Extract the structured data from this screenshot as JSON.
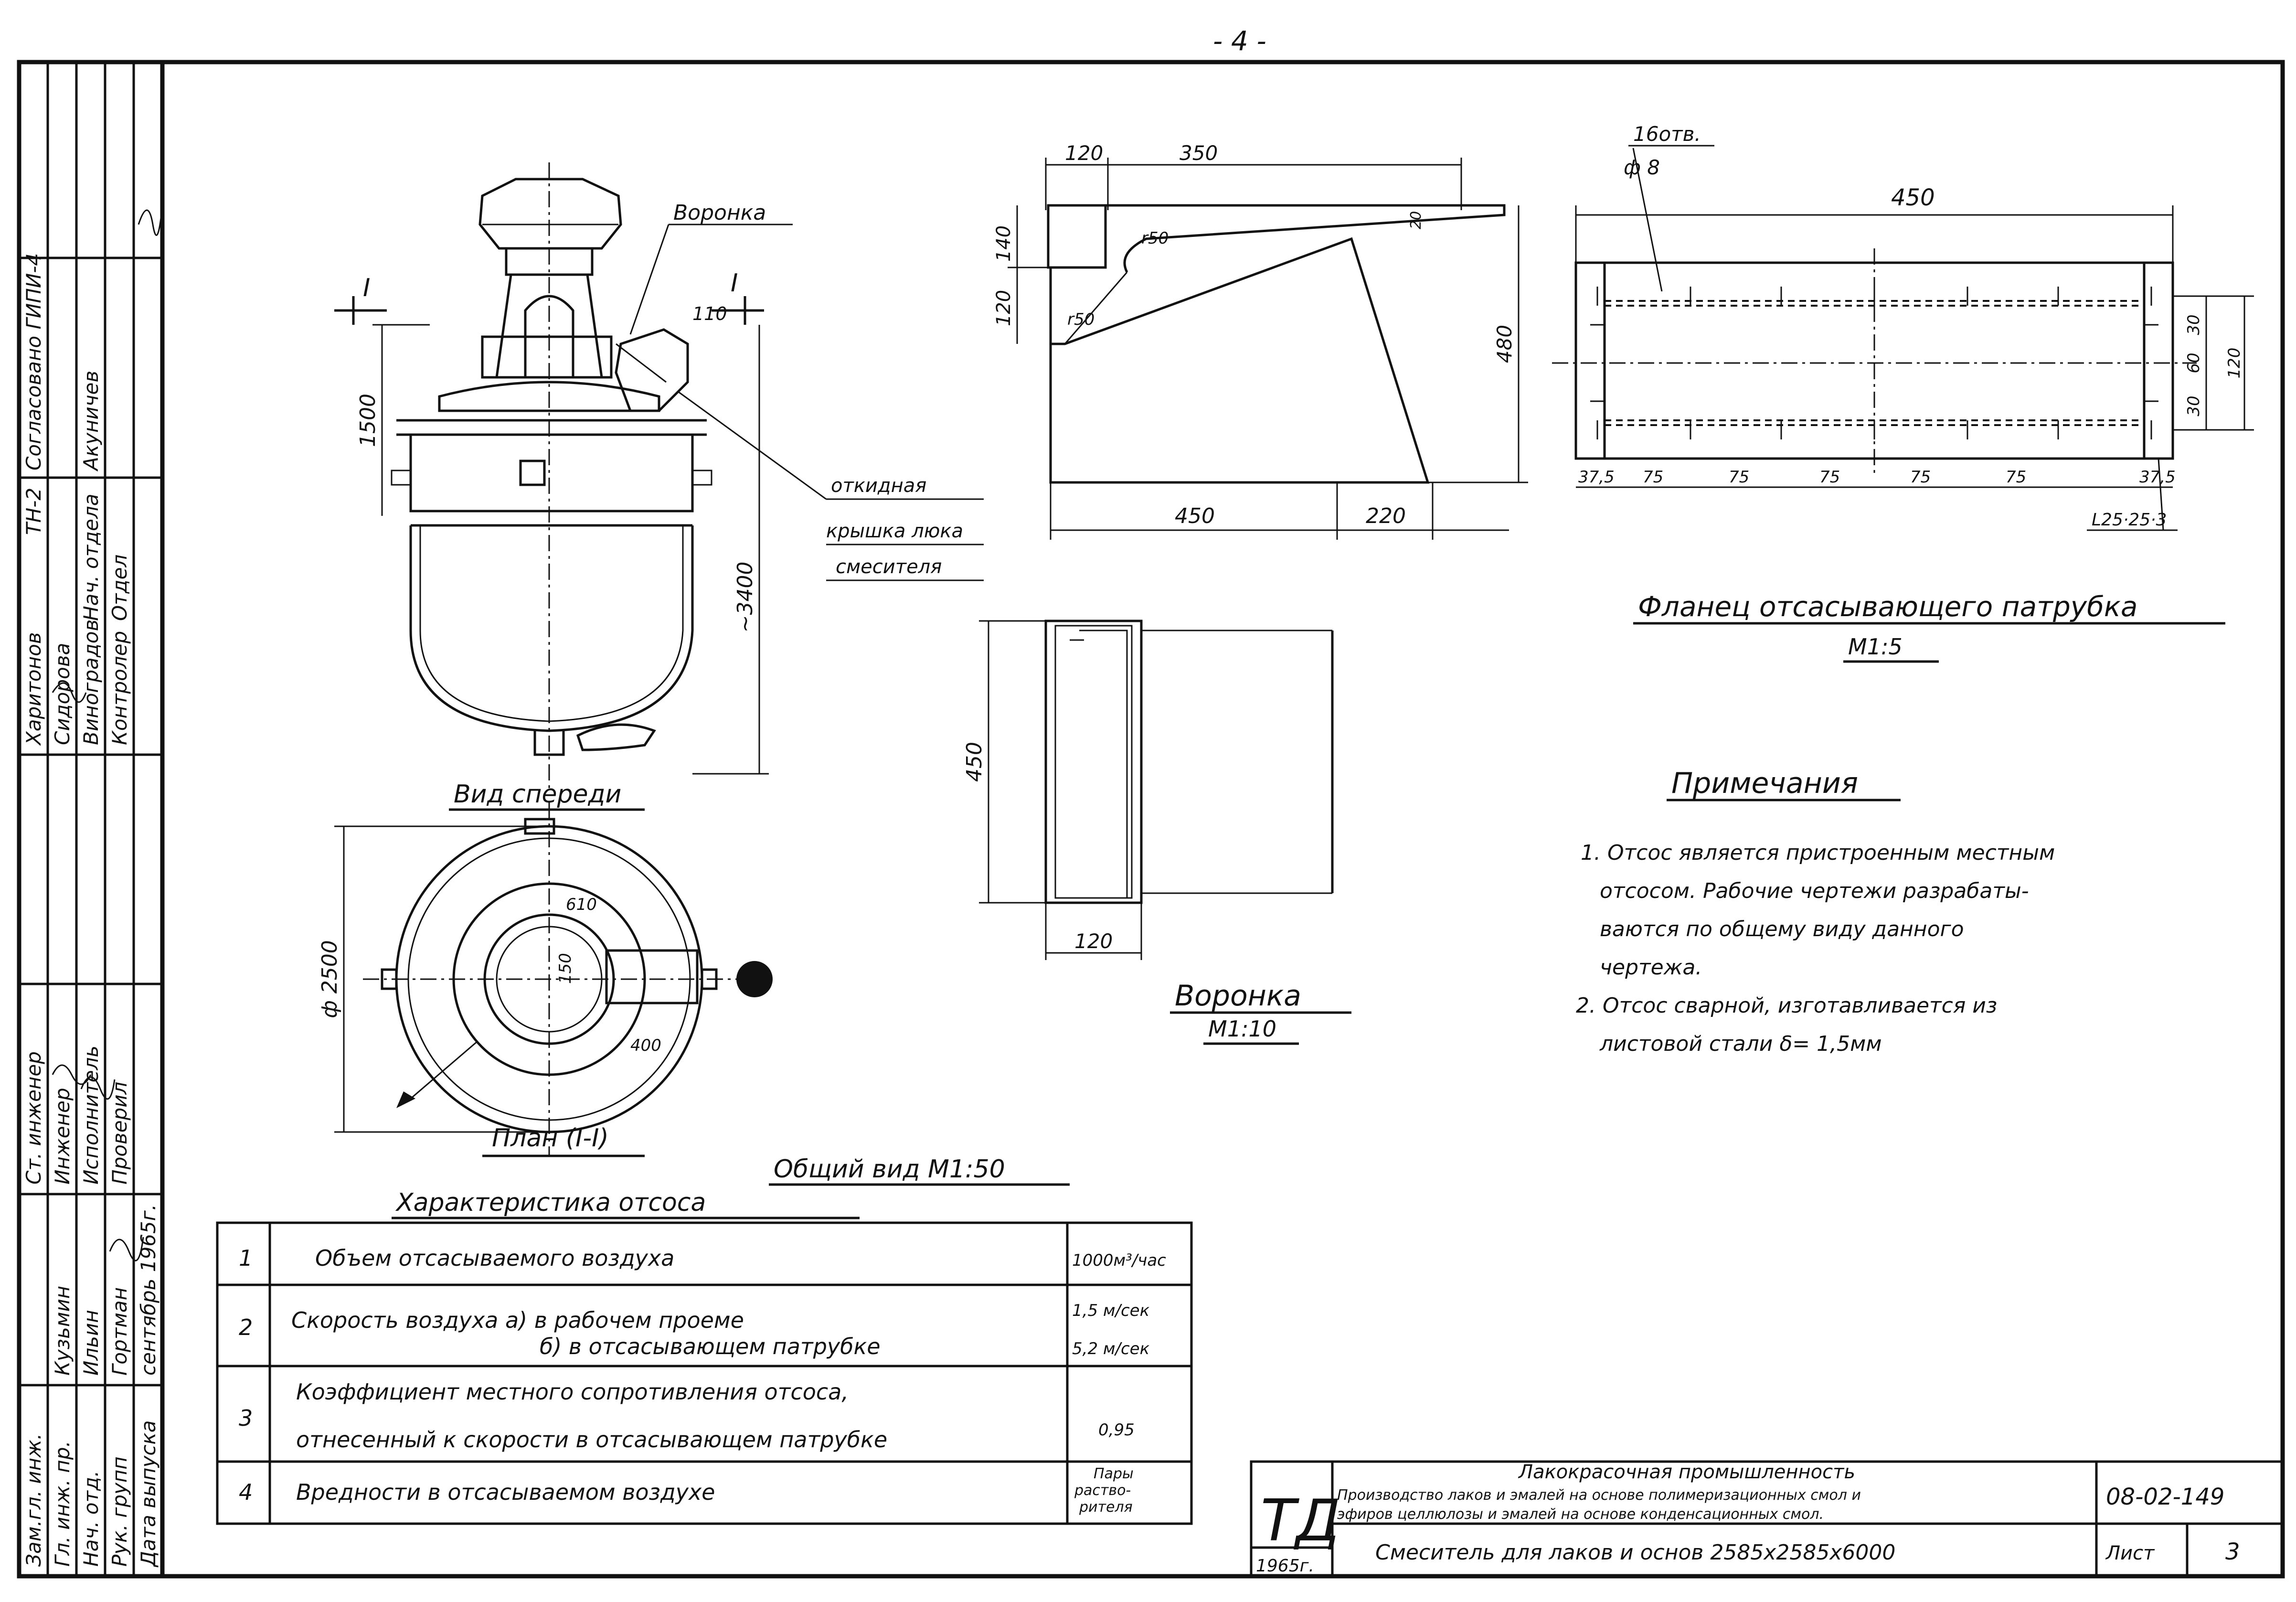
{
  "page_number": "- 4 -",
  "stamp": {
    "roles": [
      "Зам.гл. инж.",
      "Гл. инж. пр.",
      "Нач. отд.",
      "Рук. групп",
      "Дата выпуска"
    ],
    "names": [
      "Кузьмин",
      "Ильин",
      "Гортман",
      "сентябрь 1965г."
    ],
    "mid_roles": [
      "Ст. инженер",
      "Инженер",
      "Исполнитель",
      "Проверил"
    ],
    "mid_names": [
      "Харитонов",
      "Сидорова",
      "Виноградов",
      "Контролер"
    ],
    "top_roles": [
      "ТН-2",
      "Нач. отдела",
      "Отдел"
    ],
    "top_title": "Согласовано ГИПИ-4",
    "signer": "Акуничев"
  },
  "front_view": {
    "caption": "Вид спереди",
    "funnel_label": "Воронка",
    "lid_label_lines": [
      "откидная",
      "крышка люка",
      "смесителя"
    ],
    "dims": {
      "d1500": "1500",
      "d3400": "~3400",
      "d110": "110",
      "sec_a": "I",
      "sec_b": "I"
    }
  },
  "plan_view": {
    "caption": "План (I-I)",
    "dims": {
      "d2500": "ф 2500",
      "d610": "610",
      "d150": "150",
      "d400": "400"
    }
  },
  "general_caption": "Общий вид  М1:50",
  "funnel": {
    "title": "Воронка",
    "scale": "М1:10",
    "dims": {
      "d120a": "120",
      "d350": "350",
      "d140": "140",
      "d120b": "120",
      "d480": "480",
      "d450": "450",
      "d220": "220",
      "r50a": "r50",
      "r50b": "r50",
      "d20": "20",
      "d450v": "450",
      "d120c": "120"
    }
  },
  "flange": {
    "title": "Фланец отсасывающего патрубка",
    "scale": "М1:5",
    "holes": "16отв.",
    "hole_dia": "ф 8",
    "length": "450",
    "spacing": [
      "37,5",
      "75",
      "75",
      "75",
      "75",
      "75",
      "37,5"
    ],
    "right_dims": [
      "30",
      "60",
      "30",
      "120"
    ],
    "angle": "L25·25·3"
  },
  "notes": {
    "title": "Примечания",
    "lines": [
      "1. Отсос является пристроенным местным",
      "отсосом. Рабочие чертежи разрабаты-",
      "ваются по общему виду данного",
      "чертежа.",
      "2. Отсос сварной, изготавливается из",
      "листовой стали δ= 1,5мм"
    ]
  },
  "characteristics": {
    "title": "Характеристика отсоса",
    "rows": [
      {
        "n": "1",
        "text": [
          "Объем отсасываемого воздуха"
        ],
        "val": [
          "1000м³/час"
        ]
      },
      {
        "n": "2",
        "text": [
          "Скорость воздуха   а) в рабочем проеме",
          "б) в отсасывающем патрубке"
        ],
        "val": [
          "1,5 м/сек",
          "5,2 м/сек"
        ]
      },
      {
        "n": "3",
        "text": [
          "Коэффициент местного сопротивления отсоса,",
          "отнесенный к скорости в отсасывающем патрубке"
        ],
        "val": [
          "0,95"
        ]
      },
      {
        "n": "4",
        "text": [
          "Вредности в отсасываемом воздухе"
        ],
        "val": [
          "Пары",
          "раство-",
          "рителя"
        ]
      }
    ]
  },
  "titleblock": {
    "logo": "ТД",
    "year": "1965г.",
    "industry": "Лакокрасочная промышленность",
    "desc1": "Производство лаков и эмалей на основе полимеризационных смол и",
    "desc2": "эфиров целлюлозы и эмалей на основе конденсационных смол.",
    "code": "08-02-149",
    "name": "Смеситель для лаков и основ 2585x2585x6000",
    "sheet_label": "Лист",
    "sheet": "3"
  }
}
